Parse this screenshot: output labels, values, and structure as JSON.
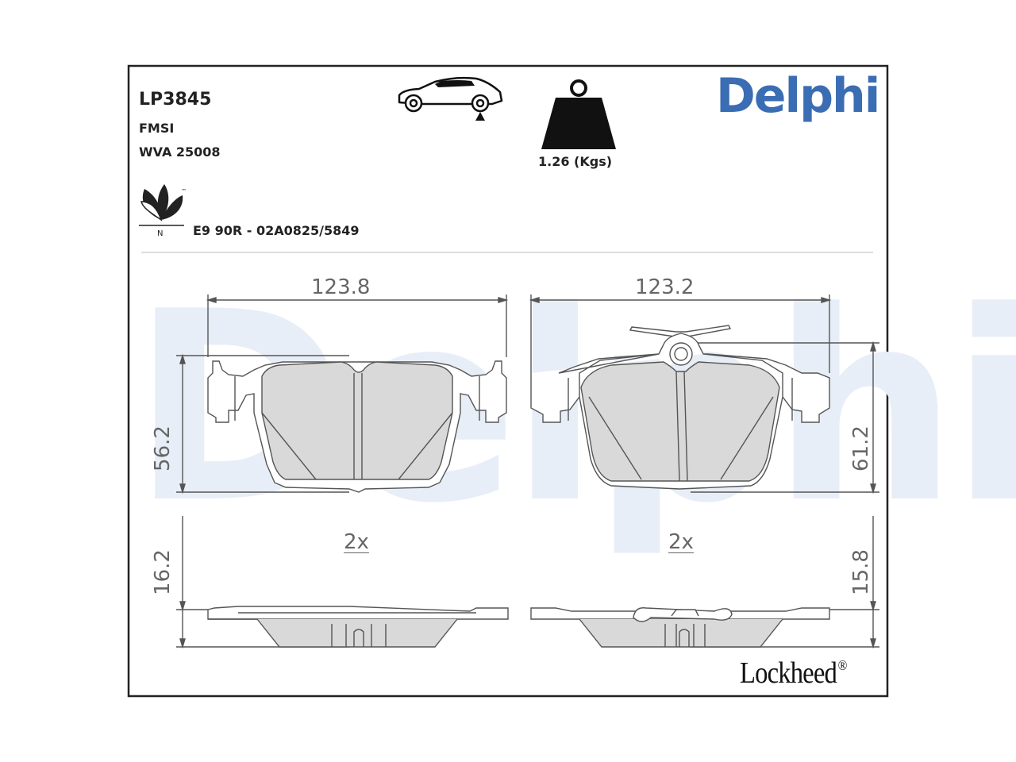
{
  "header": {
    "part_number": "LP3845",
    "fmsi_label": "FMSI",
    "wva_label": "WVA 25008",
    "approval": "E9 90R - 02A0825/5849",
    "weight": "1.26 (Kgs)"
  },
  "brand": {
    "primary_logo": "Delphi",
    "secondary_logo": "Lockheed",
    "secondary_logo_mark": "®",
    "eco_mark_letter": "N",
    "eco_mark_tm": "™",
    "accent_color": "#3a6db3",
    "pad_fill_color": "#d9d9d9"
  },
  "dimensions": {
    "left_pad": {
      "width": "123.8",
      "height": "56.2",
      "thickness": "16.2",
      "quantity": "2x"
    },
    "right_pad": {
      "width": "123.2",
      "height": "61.2",
      "thickness": "15.8",
      "quantity": "2x"
    }
  },
  "icons": [
    "car-axle-icon",
    "weight-icon",
    "leaf-eco-icon"
  ]
}
